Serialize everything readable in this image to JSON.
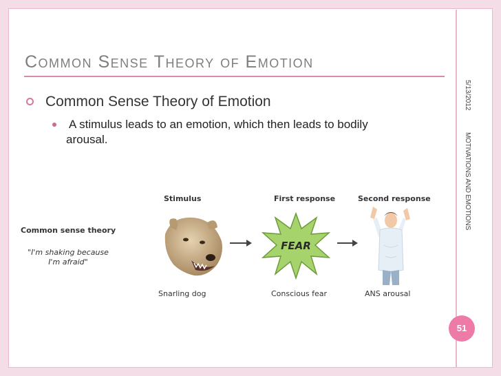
{
  "slide": {
    "title": "Common Sense Theory of Emotion",
    "bullet_main": "Common Sense Theory of Emotion",
    "bullet_sub": "A stimulus leads to an emotion, which then leads to bodily arousal.",
    "date": "5/13/2012",
    "topic": "MOTIVATIONS AND EMOTIONS",
    "page_number": "51"
  },
  "figure": {
    "headers": {
      "stimulus": "Stimulus",
      "first": "First response",
      "second": "Second response"
    },
    "theory_label": "Common sense theory",
    "quote": "\"I'm shaking because I'm afraid\"",
    "captions": {
      "stimulus": "Snarling dog",
      "first": "Conscious fear",
      "second": "ANS arousal"
    },
    "burst_text": "FEAR"
  },
  "colors": {
    "frame": "#f5dde8",
    "accent": "#d88aac",
    "badge": "#ee7aa8",
    "burst": "#a6d36b"
  }
}
